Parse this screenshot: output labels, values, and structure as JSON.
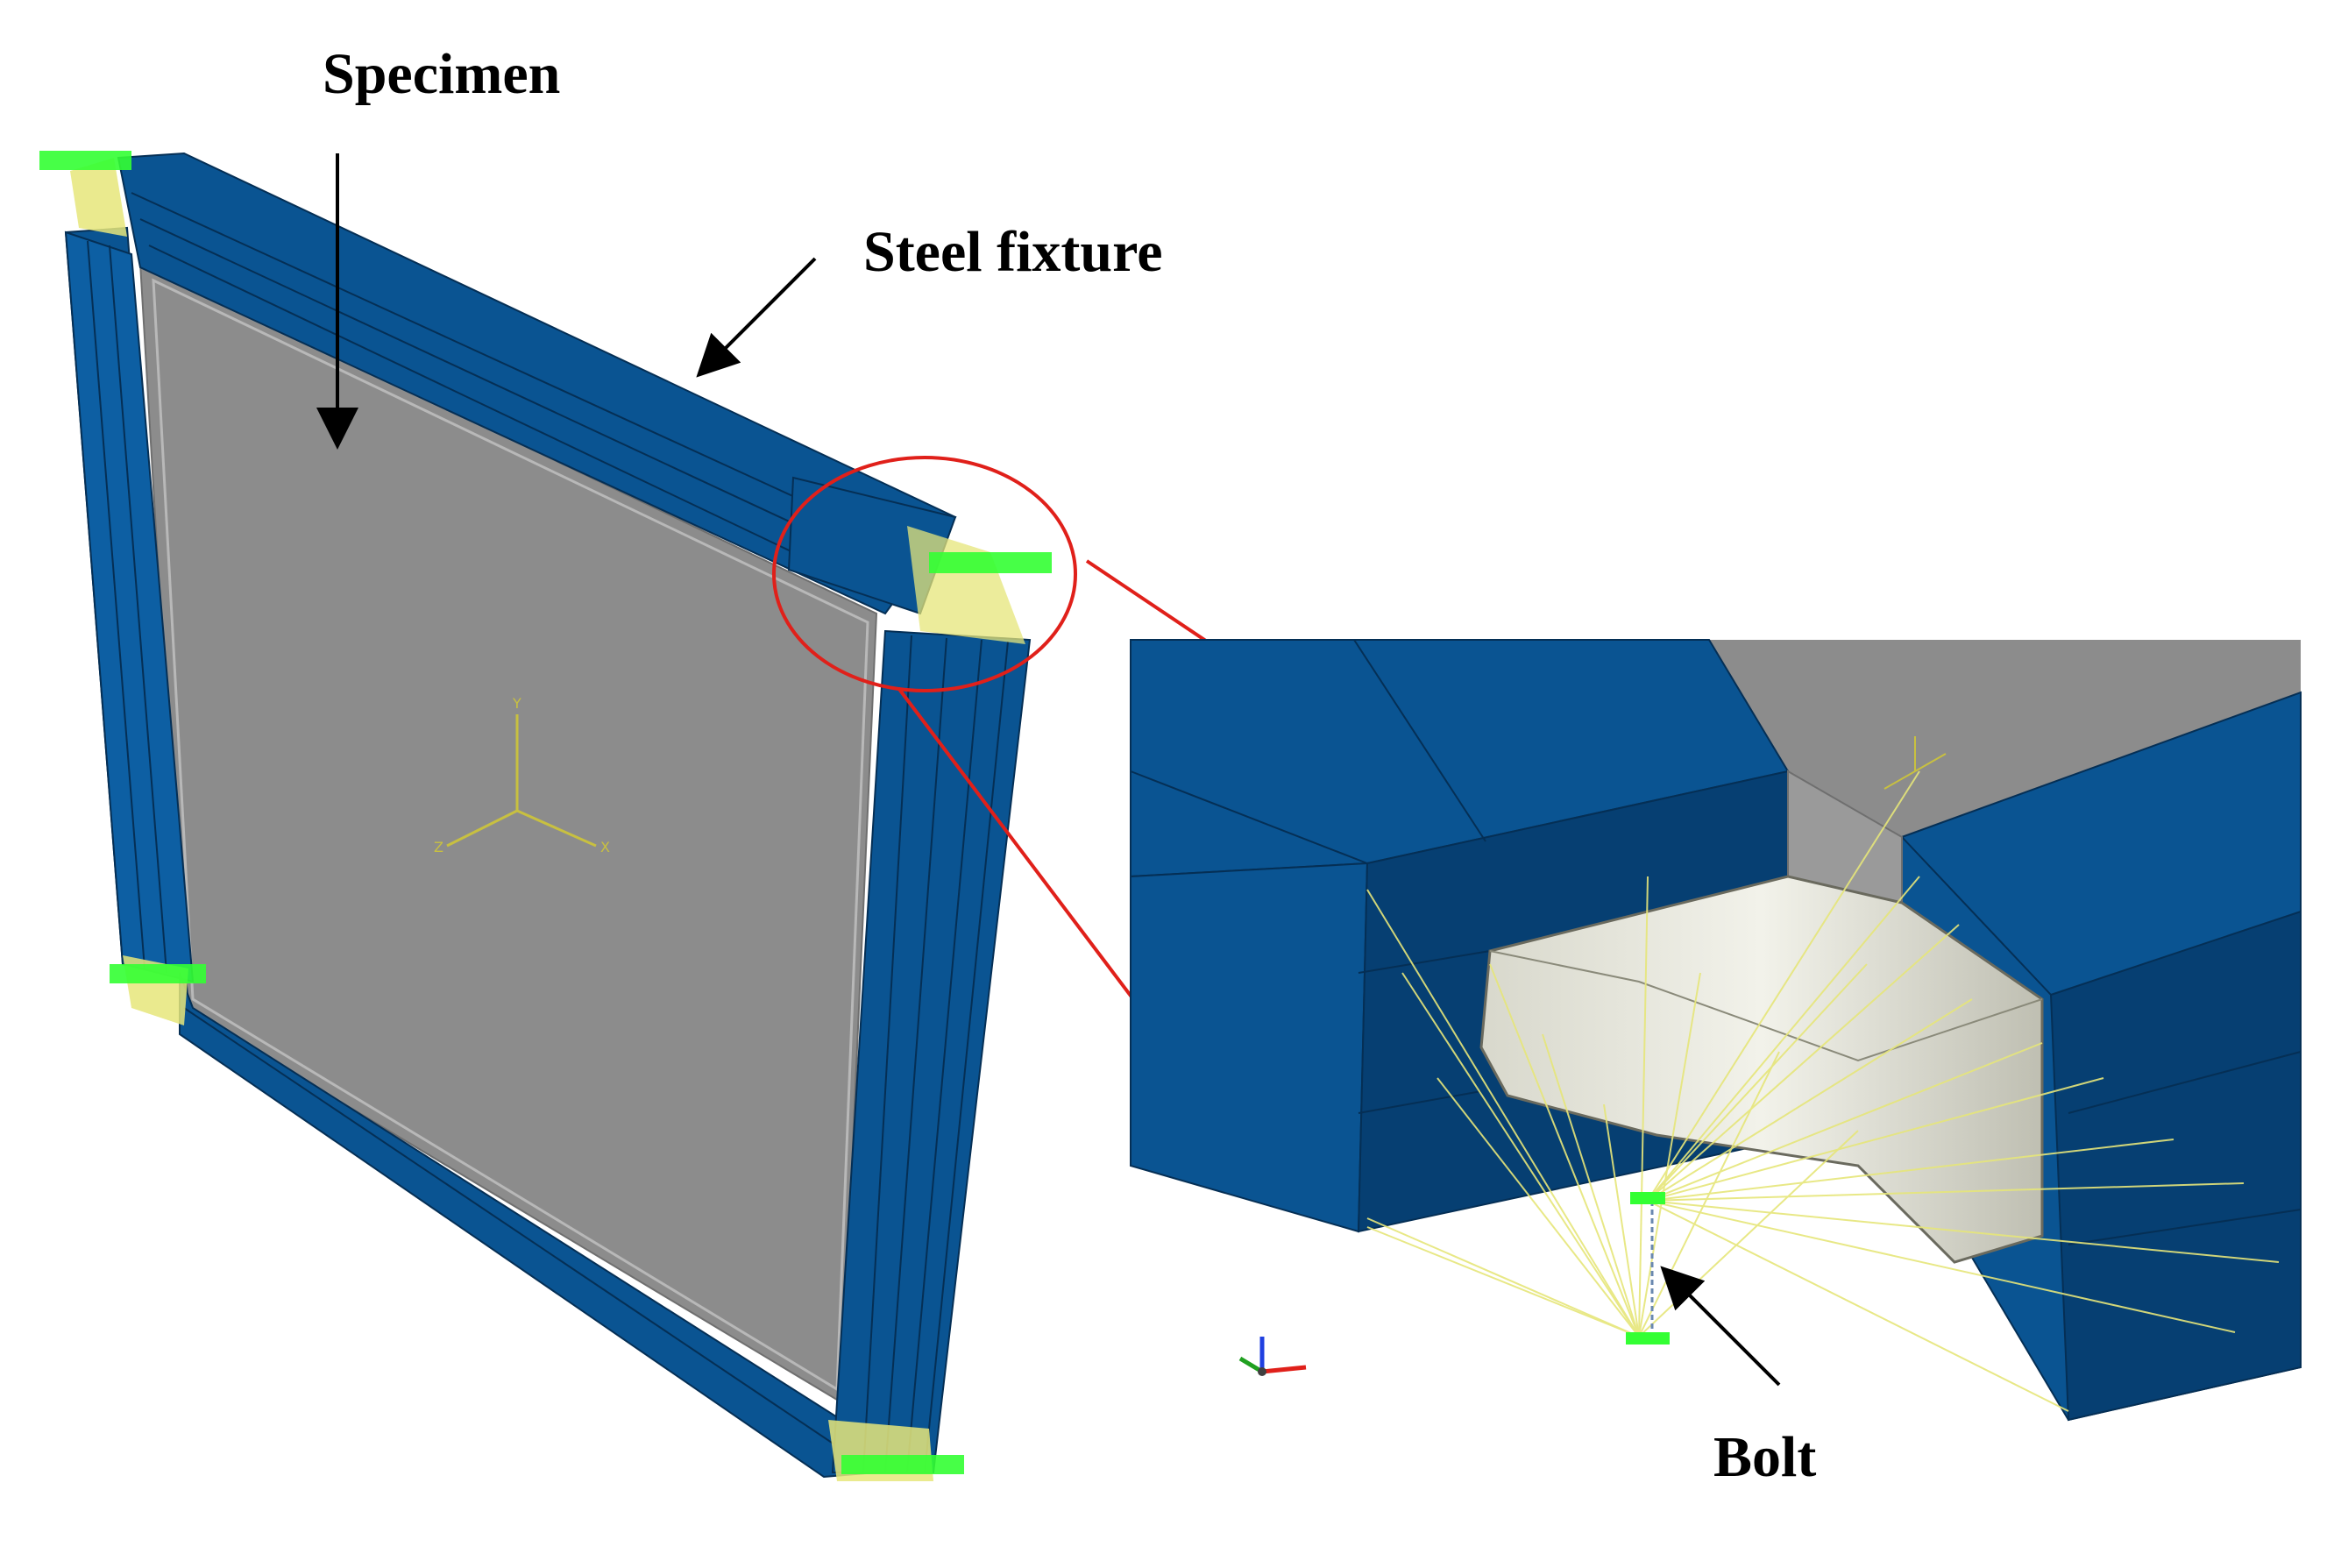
{
  "labels": {
    "specimen": "Specimen",
    "steel_fixture": "Steel fixture",
    "bolt": "Bolt"
  },
  "colors": {
    "fixture_blue": "#0a5492",
    "fixture_blue_dark": "#063f72",
    "specimen_gray": "#8c8c8c",
    "specimen_light": "#c8c8c0",
    "constraint_yellow": "#e6e67a",
    "constraint_green": "#33ff33",
    "highlight_red": "#e0201a",
    "arrow_black": "#000000"
  },
  "icons": {
    "part_triad": "xyz-axes-icon",
    "view_triad": "view-orientation-triad-icon"
  },
  "axis_letters": {
    "x": "X",
    "y": "Y",
    "z": "Z"
  }
}
